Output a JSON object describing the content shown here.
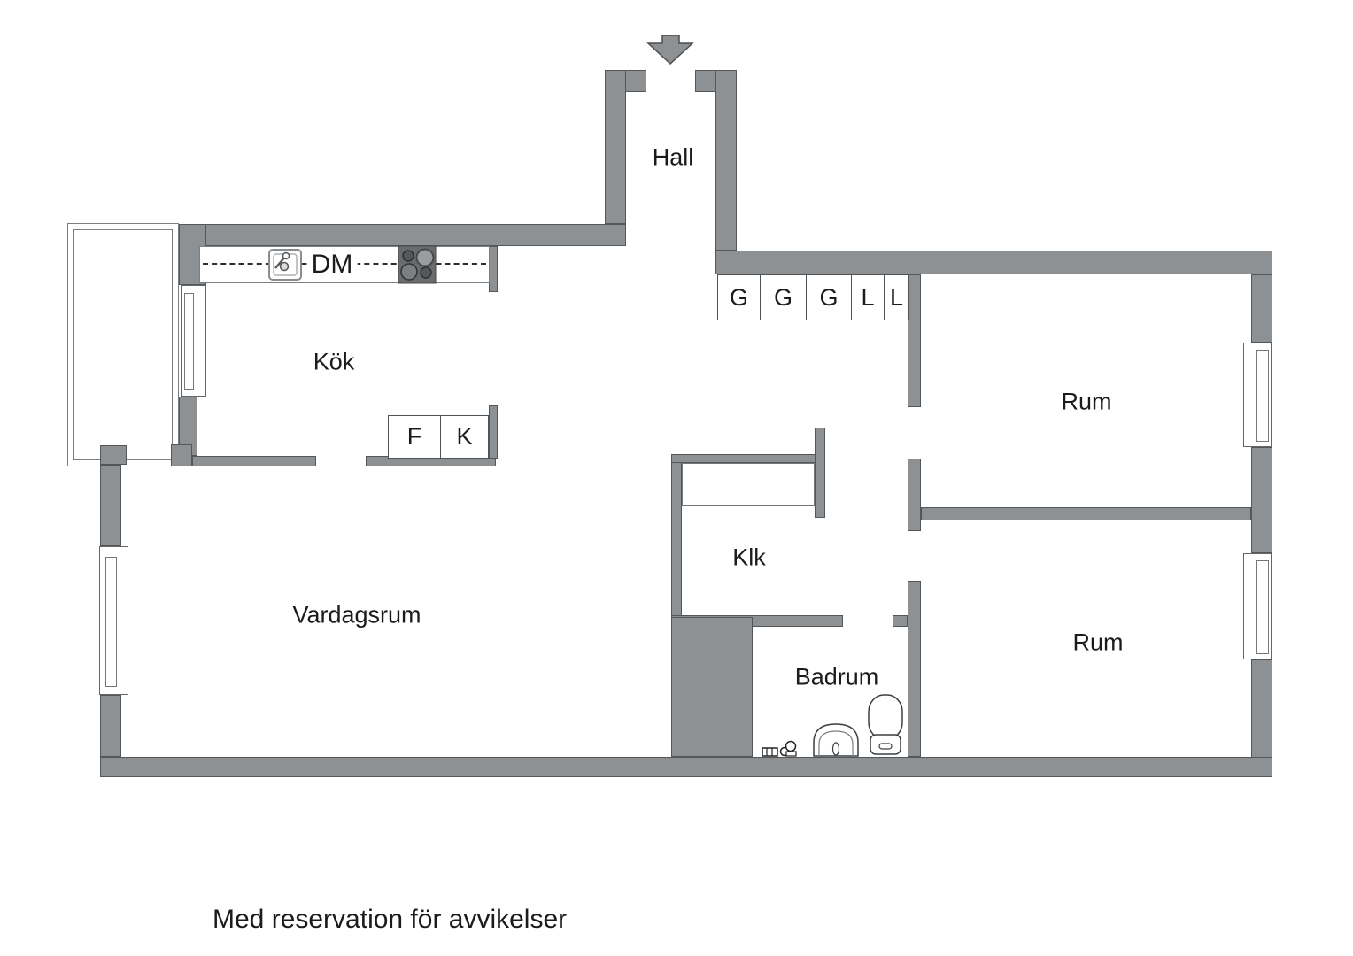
{
  "plan": {
    "rooms": {
      "hall": "Hall",
      "kitchen": "Kök",
      "living_room": "Vardagsrum",
      "closet": "Klk",
      "bathroom": "Badrum",
      "room_upper": "Rum",
      "room_lower": "Rum"
    },
    "kitchen_fixtures": {
      "dishwasher": "DM",
      "fridge": "F",
      "freezer": "K"
    },
    "wardrobes": [
      "G",
      "G",
      "G",
      "L",
      "L"
    ],
    "icons": {
      "entry": "entry-arrow-icon",
      "sink": "kitchen-sink-icon",
      "stove": "stove-icon",
      "toilet": "toilet-icon",
      "washbasin": "washbasin-icon"
    },
    "disclaimer": "Med reservation för avvikelser",
    "colors": {
      "wall": "#8e9193",
      "wall_outline": "#54575a",
      "text": "#1b1b1b",
      "background": "#ffffff"
    }
  }
}
